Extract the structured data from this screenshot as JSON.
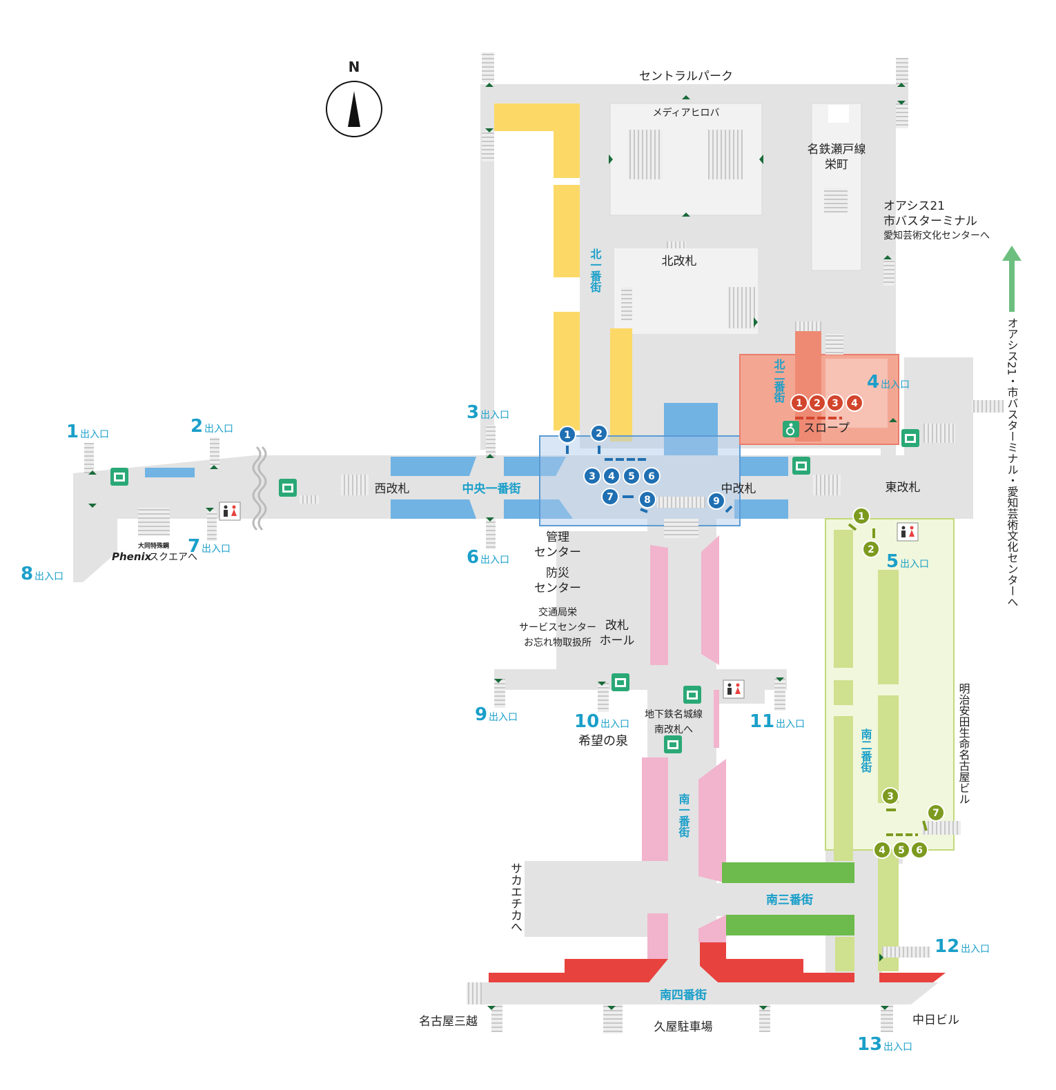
{
  "compass": {
    "north": "N"
  },
  "places": {
    "central_park": "セントラルパーク",
    "media_hiroba": "メディアヒロバ",
    "meitetsu_1": "名鉄瀬戸線",
    "meitetsu_2": "栄町",
    "oasis_1": "オアシス21",
    "oasis_2": "市バスターミナル",
    "oasis_3": "愛知芸術文化センターへ",
    "kita_kaisatsu": "北改札",
    "nishi_kaisatsu": "西改札",
    "naka_kaisatsu": "中改札",
    "higashi_kaisatsu": "東改札",
    "slope": "スロープ",
    "kanri_1": "管理",
    "kanri_2": "センター",
    "bousai_1": "防災",
    "bousai_2": "センター",
    "kotsu_1": "交通局栄",
    "kotsu_2": "サービスセンター",
    "kotsu_3": "お忘れ物取扱所",
    "hall_1": "改札",
    "hall_2": "ホール",
    "meijo_1": "地下鉄名城線",
    "meijo_2": "南改札へ",
    "kibou": "希望の泉",
    "meiji_v": "明治安田生命名古屋ビル",
    "sakaechika_v": "サカエチカへ",
    "mitsukoshi": "名古屋三越",
    "hisaya_parking": "久屋駐車場",
    "chunichi": "中日ビル",
    "phenix_small": "大同特殊鋼",
    "phenix_brand": "Phenix",
    "phenix_rest": "スクエアへ",
    "oasis_arrow_v": "オアシス21・市バスターミナル・愛知芸術文化センターへ"
  },
  "streets": {
    "kita_ichi_v": "北一番街",
    "kita_ni_v": "北二番街",
    "chuo_ichi": "中央一番街",
    "minami_ichi_v": "南一番街",
    "minami_ni_v": "南二番街",
    "minami_san": "南三番街",
    "minami_yon": "南四番街"
  },
  "exits": {
    "suffix": "出入口",
    "e1": "1",
    "e2": "2",
    "e3": "3",
    "e4": "4",
    "e5": "5",
    "e6": "6",
    "e7": "7",
    "e8": "8",
    "e9": "9",
    "e10": "10",
    "e11": "11",
    "e12": "12",
    "e13": "13"
  },
  "markers": {
    "blue": [
      "1",
      "2",
      "3",
      "4",
      "5",
      "6",
      "7",
      "8",
      "9"
    ],
    "red": [
      "1",
      "2",
      "3",
      "4"
    ],
    "green": [
      "1",
      "2",
      "3",
      "4",
      "5",
      "6",
      "7"
    ]
  },
  "colors": {
    "floor": "#e3e3e3",
    "north_street": "#fcd966",
    "central_street": "#71b3e3",
    "north2_zone": "#f4a08a",
    "south1_street": "#f2b3cc",
    "south2_street": "#cfe08e",
    "south3_street": "#6cbb4c",
    "south4_street": "#e8423e",
    "exit_blue": "#1a9fc9",
    "marker_blue": "#1f6fb2",
    "marker_red": "#d2452c",
    "marker_green": "#7c9a1f",
    "icon_green": "#2aa876",
    "arrow_green": "#6dbf7f"
  }
}
